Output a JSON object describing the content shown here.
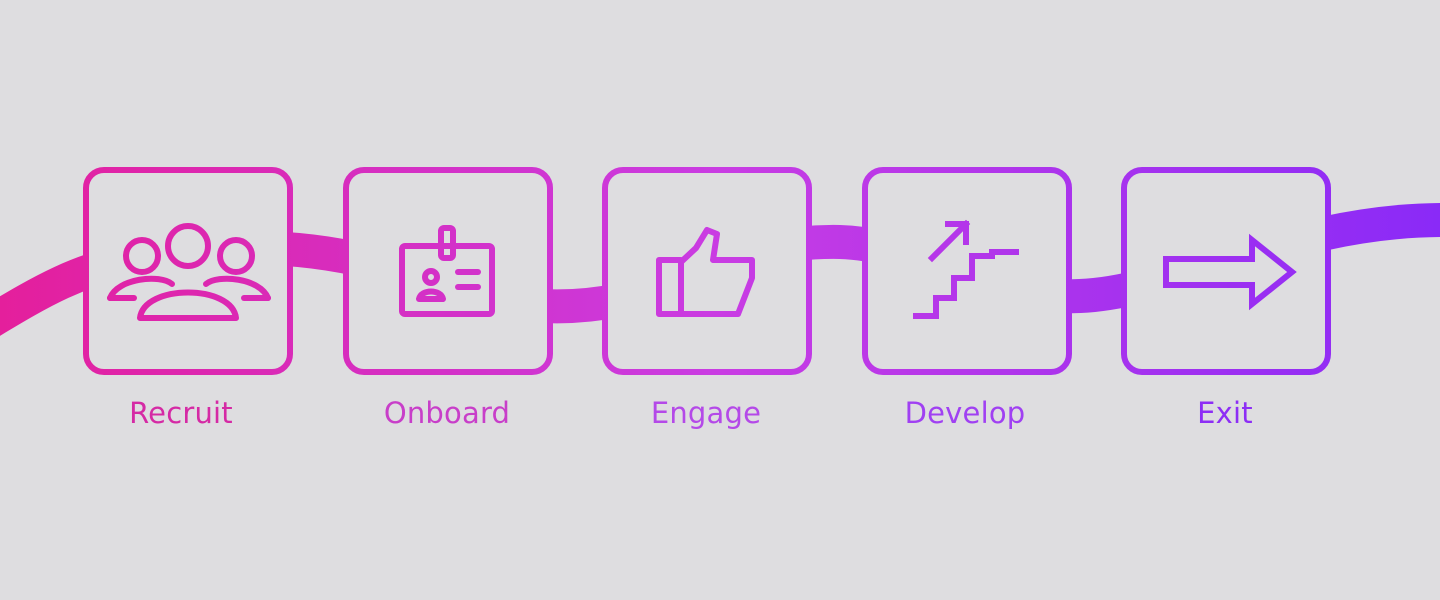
{
  "gradient": {
    "start_color": "#e41f9c",
    "mid_color": "#c93ce3",
    "end_color": "#8a2af7"
  },
  "background_color": "#dedde0",
  "steps": [
    {
      "label": "Recruit",
      "icon": "people-group-icon",
      "color": "#d52aa5"
    },
    {
      "label": "Onboard",
      "icon": "id-badge-icon",
      "color": "#c83ec9"
    },
    {
      "label": "Engage",
      "icon": "thumbs-up-icon",
      "color": "#b449e8"
    },
    {
      "label": "Develop",
      "icon": "stairs-up-icon",
      "color": "#a040f2"
    },
    {
      "label": "Exit",
      "icon": "arrow-right-icon",
      "color": "#8d2ef5"
    }
  ]
}
